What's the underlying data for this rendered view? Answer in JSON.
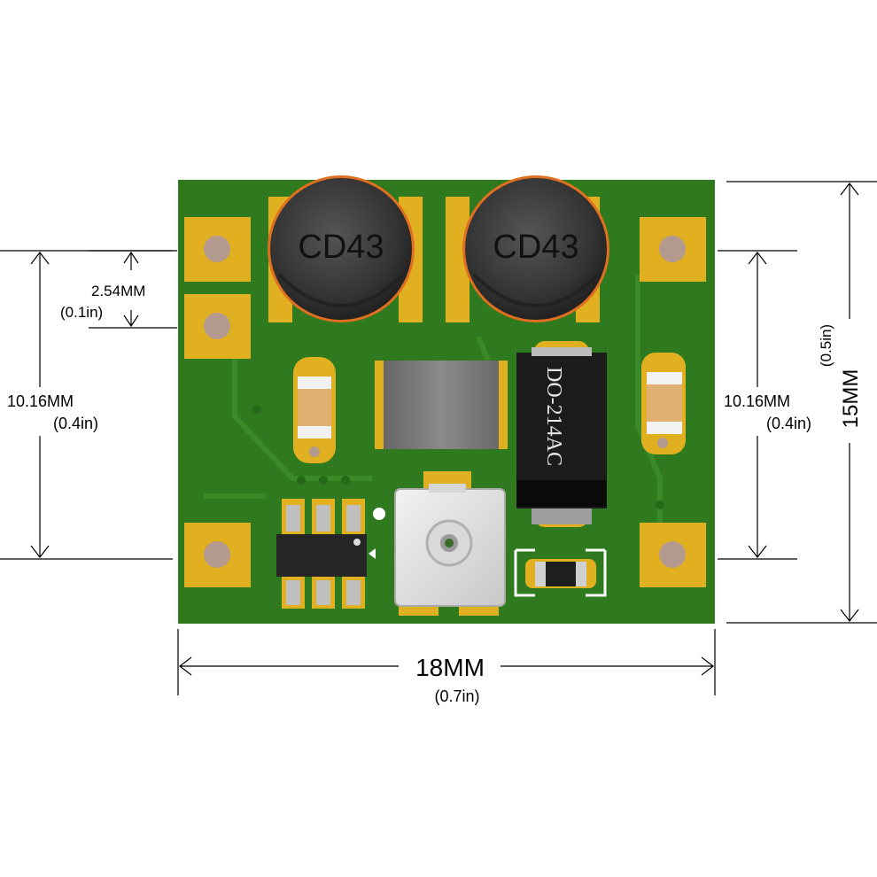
{
  "dimensions": {
    "pad_pitch": {
      "mm": "2.54MM",
      "inch": "(0.1in)"
    },
    "left_span": {
      "mm": "10.16MM",
      "inch": "(0.4in)"
    },
    "right_span": {
      "mm": "10.16MM",
      "inch": "(0.4in)"
    },
    "height": {
      "mm": "15MM",
      "inch": "(0.5in)"
    },
    "width": {
      "mm": "18MM",
      "inch": "(0.7in)"
    }
  },
  "components": {
    "inductor_left": {
      "label": "CD43"
    },
    "inductor_right": {
      "label": "CD43"
    },
    "diode": {
      "label": "DO-214AC"
    }
  },
  "colors": {
    "pcb": "#2f7a1f",
    "pad": "#e0b020",
    "pad_hole": "#b49a8e",
    "inductor": "#3a3a3a",
    "smd_cap": "#e0b070",
    "silkscreen": "#ffffff"
  }
}
